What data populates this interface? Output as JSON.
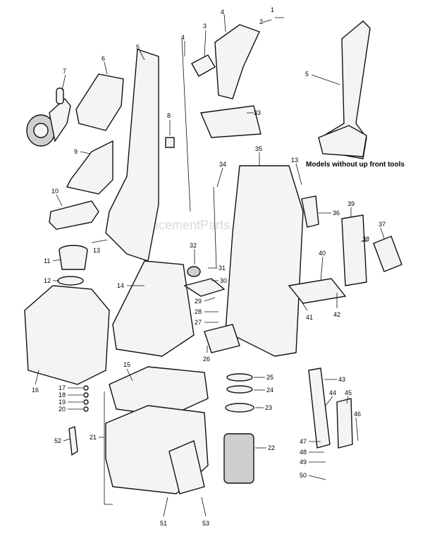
{
  "note": "Models without up front tools",
  "watermark": "ReplacementParts.com",
  "callouts": [
    "1",
    "2",
    "3",
    "4",
    "4",
    "5",
    "5",
    "6",
    "7",
    "8",
    "9",
    "10",
    "11",
    "12",
    "13",
    "13",
    "14",
    "15",
    "16",
    "17",
    "18",
    "19",
    "20",
    "21",
    "22",
    "23",
    "24",
    "25",
    "26",
    "27",
    "28",
    "29",
    "30",
    "31",
    "32",
    "33",
    "34",
    "35",
    "36",
    "37",
    "38",
    "39",
    "40",
    "41",
    "42",
    "43",
    "44",
    "45",
    "46",
    "47",
    "48",
    "49",
    "50",
    "51",
    "52",
    "53"
  ]
}
